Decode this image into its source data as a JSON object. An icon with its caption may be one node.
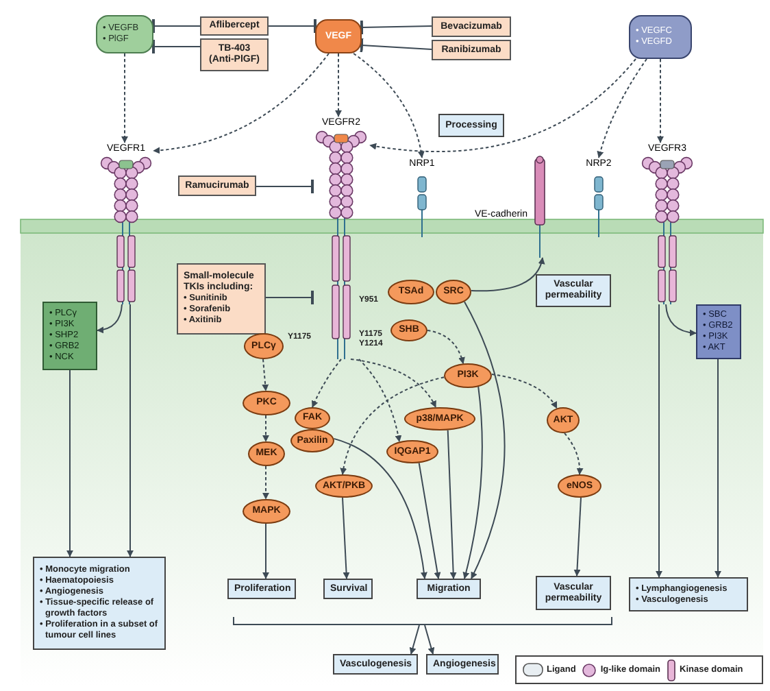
{
  "diagram": {
    "nodes": [
      {
        "text": [
          "• VEGFB",
          "• PlGF"
        ]
      },
      {
        "text": [
          "Aflibercept"
        ]
      },
      {
        "text": [
          "TB-403 (Anti-PlGF)"
        ]
      },
      {
        "text": [
          "VEGF"
        ]
      },
      {
        "text": [
          "Bevacizumab"
        ]
      },
      {
        "text": [
          "Ranibizumab"
        ]
      },
      {
        "text": [
          "• VEGFC",
          "• VEGFD"
        ]
      },
      {
        "text": [
          "Processing"
        ]
      },
      {
        "text": [
          "VEGFR1"
        ]
      },
      {
        "text": [
          "VEGFR2"
        ],
        "beside": [
          "Y951",
          "Y1175",
          "Y1214"
        ]
      },
      {
        "text": [
          "NRP1"
        ]
      },
      {
        "text": [
          "VE-cadherin"
        ]
      },
      {
        "text": [
          "NRP2"
        ]
      },
      {
        "text": [
          "VEGFR3"
        ]
      },
      {
        "text": [
          "Ramucirumab"
        ]
      },
      {
        "text": [
          "Small-molecule TKIs including:",
          "• Sunitinib",
          "• Sorafenib",
          "• Axitinib"
        ]
      },
      {
        "text": [
          "• PLCγ",
          "• PI3K",
          "• SHP2",
          "• GRB2",
          "• NCK"
        ]
      },
      {
        "text": [
          "PLCγ"
        ]
      },
      {
        "text": [
          "TSAd"
        ]
      },
      {
        "text": [
          "SRC"
        ]
      },
      {
        "text": [
          "SHB"
        ]
      },
      {
        "text": [
          "PKC"
        ]
      },
      {
        "text": [
          "FAK"
        ]
      },
      {
        "text": [
          "Paxilin"
        ]
      },
      {
        "text": [
          "PI3K"
        ]
      },
      {
        "text": [
          "p38/MAPK"
        ]
      },
      {
        "text": [
          "AKT"
        ]
      },
      {
        "text": [
          "IQGAP1"
        ]
      },
      {
        "text": [
          "MEK"
        ]
      },
      {
        "text": [
          "AKT/PKB"
        ]
      },
      {
        "text": [
          "eNOS"
        ]
      },
      {
        "text": [
          "MAPK"
        ]
      },
      {
        "text": [
          "Vascular permeability"
        ]
      },
      {
        "text": [
          "• SBC",
          "• GRB2",
          "• PI3K",
          "• AKT"
        ]
      },
      {
        "text": [
          "• Monocyte migration",
          "• Haematopoiesis",
          "• Angiogenesis",
          "• Tissue-specific release of growth factors",
          "• Proliferation in a subset of tumour cell lines"
        ]
      },
      {
        "text": [
          "Proliferation"
        ]
      },
      {
        "text": [
          "Survival"
        ]
      },
      {
        "text": [
          "Migration"
        ]
      },
      {
        "text": [
          "Vascular permeability"
        ]
      },
      {
        "text": [
          "• Lymphangiogenesis",
          "• Vasculogenesis"
        ]
      },
      {
        "text": [
          "Vasculogenesis"
        ]
      },
      {
        "text": [
          "Angiogenesis"
        ]
      },
      {
        "text": [],
        "shape": "bar"
      }
    ],
    "edges": [
      {
        "from": 1,
        "to": 0,
        "arrow": "other"
      },
      {
        "from": 1,
        "to": 3,
        "arrow": "other"
      },
      {
        "from": 2,
        "to": 0,
        "arrow": "other"
      },
      {
        "from": 4,
        "to": 3,
        "arrow": "other"
      },
      {
        "from": 5,
        "to": 3,
        "arrow": "other"
      },
      {
        "from": 0,
        "to": 8,
        "arrow": "to",
        "style": "dashed"
      },
      {
        "from": 3,
        "to": 8,
        "arrow": "to",
        "style": "dashed"
      },
      {
        "from": 3,
        "to": 9,
        "arrow": "to",
        "style": "dashed"
      },
      {
        "from": 3,
        "to": 10,
        "arrow": "to",
        "style": "dashed"
      },
      {
        "from": 6,
        "to": 9,
        "arrow": "to",
        "style": "dashed"
      },
      {
        "from": 6,
        "to": 12,
        "arrow": "to",
        "style": "dashed"
      },
      {
        "from": 6,
        "to": 13,
        "arrow": "to",
        "style": "dashed"
      },
      {
        "from": 14,
        "to": 9,
        "arrow": "other"
      },
      {
        "from": 15,
        "to": 9,
        "arrow": "other"
      },
      {
        "from": 8,
        "to": 16,
        "arrow": "to"
      },
      {
        "from": 8,
        "to": 34,
        "arrow": "to"
      },
      {
        "from": 16,
        "to": 34,
        "arrow": "to"
      },
      {
        "from": 19,
        "to": 11,
        "arrow": "to"
      },
      {
        "from": 19,
        "to": 37,
        "arrow": "to"
      },
      {
        "from": 9,
        "to": 22,
        "arrow": "to",
        "style": "dashed"
      },
      {
        "from": 9,
        "to": 25,
        "arrow": "to",
        "style": "dashed"
      },
      {
        "from": 20,
        "to": 24,
        "arrow": "to",
        "style": "dashed"
      },
      {
        "from": 24,
        "to": 26,
        "arrow": "to",
        "style": "dashed"
      },
      {
        "from": 24,
        "to": 29,
        "arrow": "to",
        "style": "dashed"
      },
      {
        "from": 9,
        "to": 27,
        "arrow": "to",
        "style": "dashed"
      },
      {
        "from": 26,
        "to": 30,
        "arrow": "to",
        "style": "dashed"
      },
      {
        "from": 17,
        "to": 21,
        "arrow": "to",
        "style": "dashed"
      },
      {
        "from": 21,
        "to": 28,
        "arrow": "to",
        "style": "dashed"
      },
      {
        "from": 28,
        "to": 31,
        "arrow": "to",
        "style": "dashed"
      },
      {
        "from": 31,
        "to": 35,
        "arrow": "to"
      },
      {
        "from": 29,
        "to": 36,
        "arrow": "to"
      },
      {
        "from": 23,
        "to": 37,
        "arrow": "to"
      },
      {
        "from": 27,
        "to": 37,
        "arrow": "to"
      },
      {
        "from": 25,
        "to": 37,
        "arrow": "to"
      },
      {
        "from": 24,
        "to": 37,
        "arrow": "to"
      },
      {
        "from": 30,
        "to": 38,
        "arrow": "to"
      },
      {
        "from": 13,
        "to": 33,
        "arrow": "to"
      },
      {
        "from": 13,
        "to": 39,
        "arrow": "to"
      },
      {
        "from": 33,
        "to": 39,
        "arrow": "to"
      },
      {
        "from": 42,
        "to": 40,
        "arrow": "to"
      },
      {
        "from": 42,
        "to": 41,
        "arrow": "to"
      }
    ],
    "labels": [
      "Y1175"
    ],
    "legend": [
      {
        "text": "Ligand"
      },
      {
        "text": "Ig-like domain"
      },
      {
        "text": "Kinase domain"
      }
    ]
  }
}
